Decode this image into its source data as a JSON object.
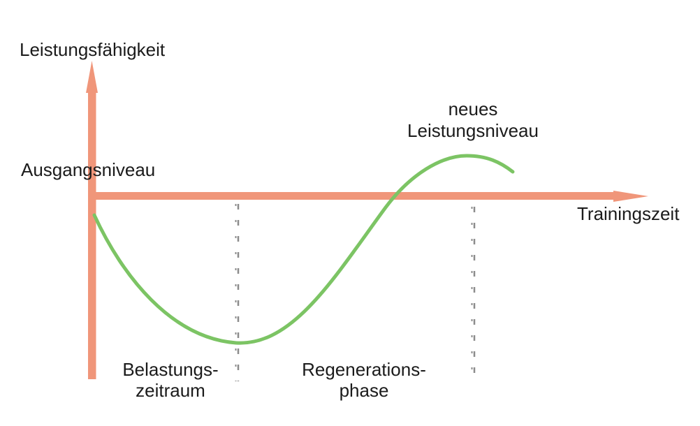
{
  "diagram": {
    "y_axis_label": "Leistungsfähigkeit",
    "x_axis_label": "Trainingszeit",
    "baseline_label": "Ausgangsniveau",
    "new_level_label": {
      "line1": "neues",
      "line2": "Leistungsniveau"
    },
    "phase_labels": {
      "load": {
        "line1": "Belastungs-",
        "line2": "zeitraum"
      },
      "regeneration": {
        "line1": "Regenerations-",
        "line2": "phase"
      }
    },
    "colors": {
      "axis": "#F0967A",
      "curve": "#7CC464",
      "dash": "#8C8C8C",
      "text": "#1B1B1B"
    }
  }
}
